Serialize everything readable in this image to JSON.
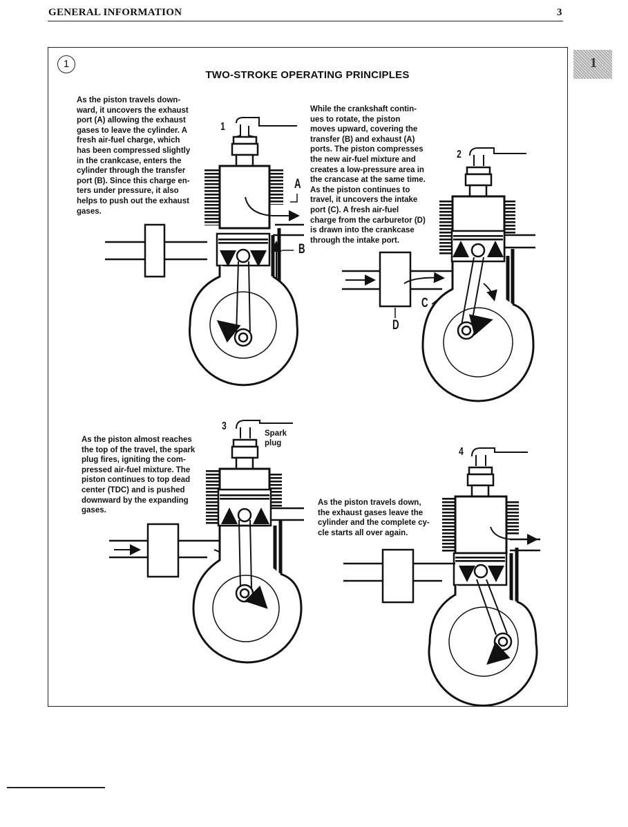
{
  "header": {
    "title": "GENERAL INFORMATION",
    "page_number": "3"
  },
  "chapter_tab": {
    "label": "1"
  },
  "figure": {
    "number": "1",
    "title": "TWO-STROKE OPERATING PRINCIPLES",
    "paragraphs": {
      "p1": "As the piston travels down-\nward, it uncovers the exhaust\nport (A) allowing the exhaust\ngases to leave the cylinder. A\nfresh air-fuel charge, which\nhas been compressed slightly\nin the crankcase, enters the\ncylinder through the transfer\nport (B). Since this charge en-\nters under pressure, it also\nhelps to push out the exhaust\ngases.",
      "p2": "While the crankshaft contin-\nues to rotate, the piston\nmoves upward, covering the\ntransfer (B) and exhaust (A)\nports. The piston compresses\nthe new air-fuel mixture and\ncreates a low-pressure area in\nthe crancase at the same time.\nAs the piston continues to\ntravel, it uncovers the intake\nport (C). A fresh air-fuel\ncharge from the carburetor (D)\nis drawn into the crankcase\nthrough the intake port.",
      "p3": "As the piston almost reaches\nthe top of the travel, the spark\nplug fires, igniting the com-\npressed air-fuel mixture. The\npiston continues to top dead\ncenter (TDC) and is pushed\ndownward by the expanding\ngases.",
      "p4": "As the piston travels down,\nthe exhaust gases leave the\ncylinder and the complete cy-\ncle starts all over again."
    },
    "step_labels": {
      "s1": "1",
      "s2": "2",
      "s3": "3",
      "s4": "4"
    },
    "callouts": {
      "a": "A",
      "b": "B",
      "c": "C",
      "d": "D"
    },
    "spark_plug_label": "Spark\nplug"
  }
}
